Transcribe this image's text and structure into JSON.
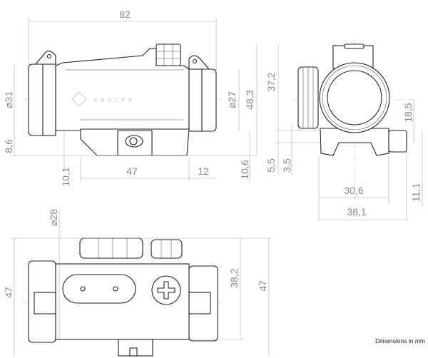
{
  "brand": "KAHLES",
  "side_view": {
    "overall_length": "82",
    "eyepiece_diameter": "⌀31",
    "mount_height": "8,6",
    "bottom_offset": "10,1",
    "mount_length": "47",
    "front_overhang": "12",
    "objective_diameter": "⌀27",
    "total_height": "48,3",
    "rail_height": "10,6"
  },
  "front_view": {
    "axis_height": "37,2",
    "lever_height": "18,5",
    "offset_a": "5,5",
    "offset_b": "3,5",
    "mount_width": "30,6",
    "lever_offset": "11,1",
    "overall_width": "38,1"
  },
  "top_view": {
    "tube_diameter": "⌀28",
    "overall_width_left": "47",
    "body_width": "38,2",
    "overall_width_right": "47"
  },
  "footer_note": "Dimensions in mm"
}
